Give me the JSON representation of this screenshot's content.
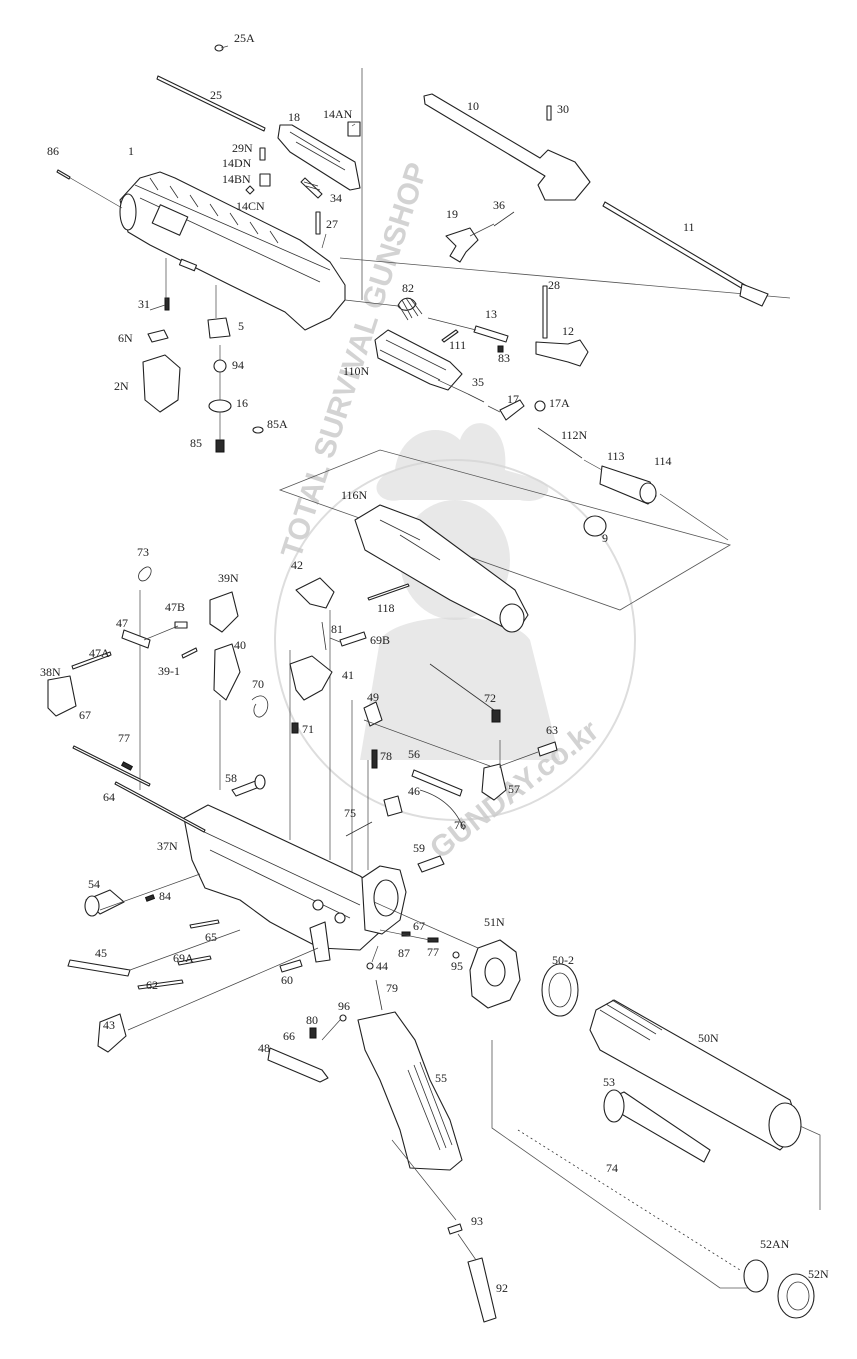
{
  "watermark": {
    "text_left": "TOTAL SURVIVAL GUNSHOP",
    "text_right": "GUNDAY.co.kr"
  },
  "labels": [
    "1",
    "2N",
    "5",
    "6N",
    "9",
    "10",
    "11",
    "12",
    "13",
    "14AN",
    "14BN",
    "14CN",
    "14DN",
    "16",
    "17",
    "17A",
    "18",
    "19",
    "25",
    "25A",
    "27",
    "28",
    "29N",
    "30",
    "31",
    "34",
    "35",
    "36",
    "37N",
    "38N",
    "39-1",
    "39N",
    "40",
    "41",
    "42",
    "43",
    "44",
    "45",
    "46",
    "47",
    "47A",
    "47B",
    "48",
    "49",
    "50-2",
    "50N",
    "51N",
    "52AN",
    "52N",
    "53",
    "54",
    "55",
    "56",
    "57",
    "58",
    "59",
    "60",
    "62",
    "63",
    "64",
    "65",
    "66",
    "67",
    "67",
    "69A",
    "69B",
    "70",
    "71",
    "72",
    "73",
    "74",
    "75",
    "76",
    "77",
    "77",
    "78",
    "79",
    "80",
    "81",
    "82",
    "83",
    "84",
    "85",
    "85A",
    "86",
    "87",
    "92",
    "93",
    "94",
    "95",
    "96",
    "96",
    "110N",
    "111",
    "112N",
    "113",
    "114",
    "116N",
    "118"
  ]
}
